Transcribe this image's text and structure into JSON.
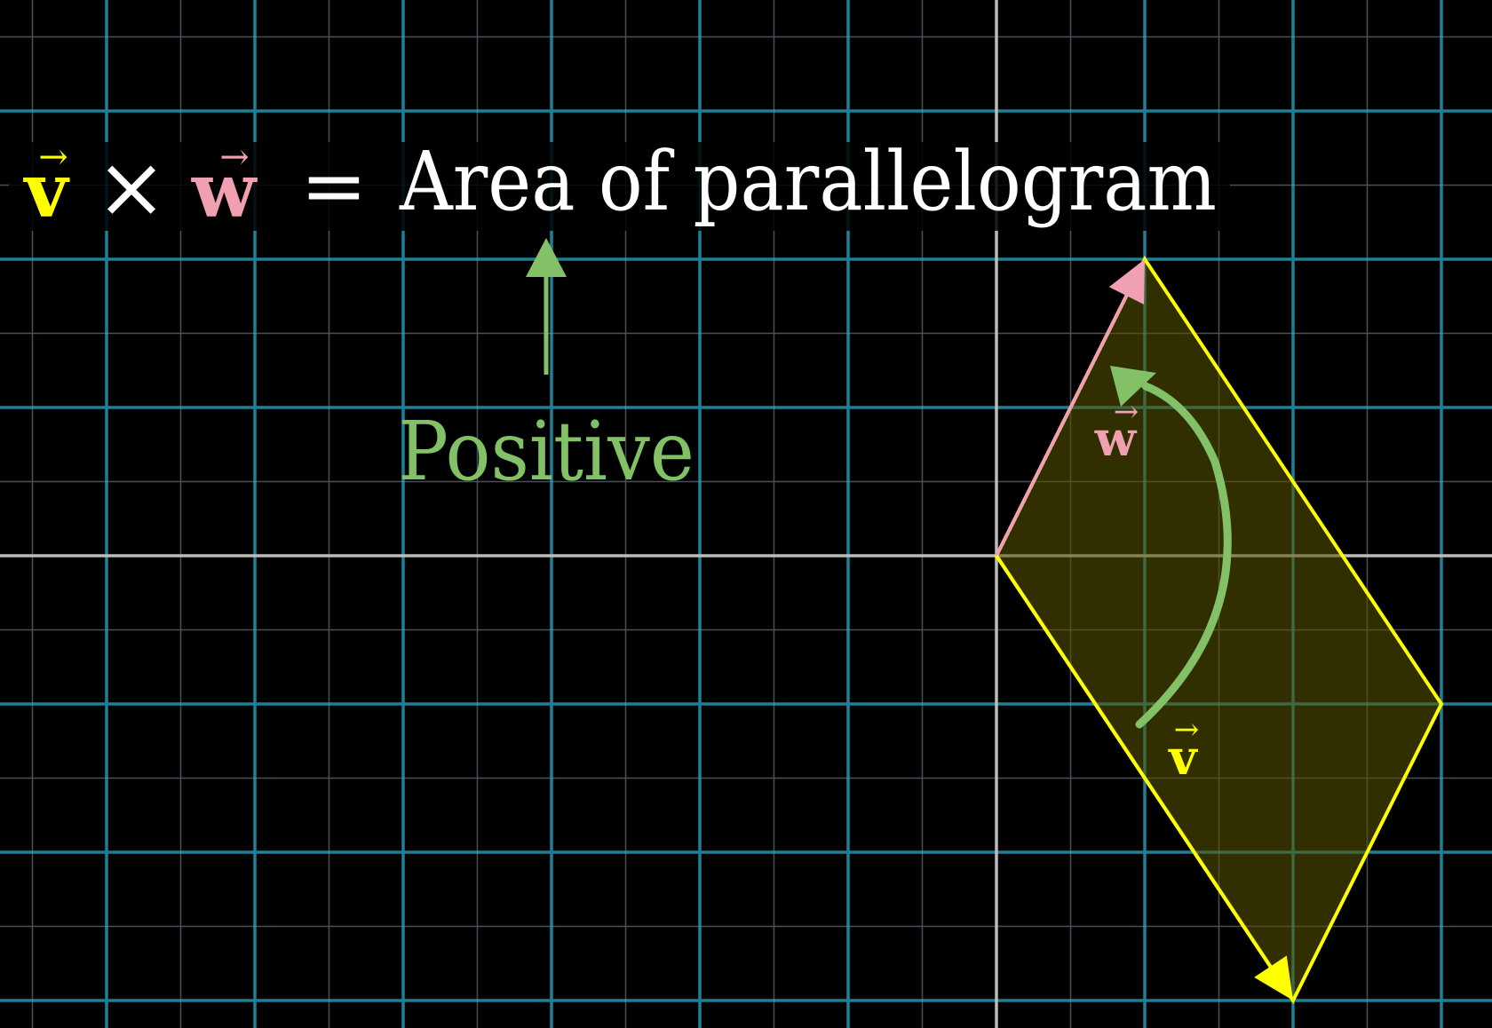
{
  "equation": {
    "v_symbol": "v",
    "times_symbol": "×",
    "w_symbol": "w",
    "equals_symbol": "=",
    "rhs_text": "Area of parallelogram",
    "vector_arrow": "→"
  },
  "annotation": {
    "sign_label": "Positive"
  },
  "vectors": {
    "v": {
      "label": "v",
      "x": 2,
      "y": -3,
      "color": "#ffff00"
    },
    "w": {
      "label": "w",
      "x": 1,
      "y": 2,
      "color": "#f0a0b0"
    }
  },
  "colors": {
    "background": "#000000",
    "grid_major": "#29abca",
    "grid_minor": "#4a4f55",
    "axis": "#bbbbbb",
    "v_color": "#ffff00",
    "w_color": "#f0a0b0",
    "parallelogram_fill": "#5a5400",
    "rotation_arrow": "#83c167",
    "text": "#ffffff"
  }
}
